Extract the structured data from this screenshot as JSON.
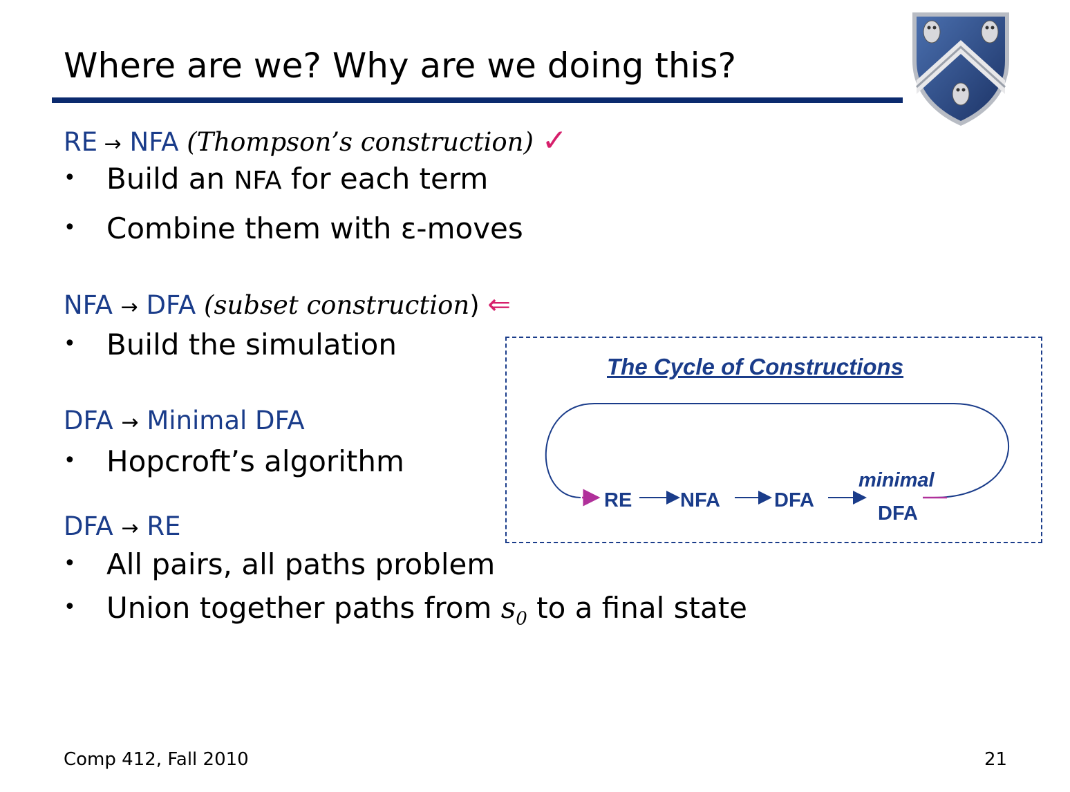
{
  "slide": {
    "title": "Where are we?  Why are we doing this?",
    "sections": [
      {
        "heading_from": "RE",
        "heading_arrow": "→",
        "heading_to": "NFA",
        "heading_note": "(Thompson’s construction)",
        "heading_mark": "✓",
        "bullets": [
          "Build an ",
          "NFA",
          " for each term",
          "Combine them with ε-moves"
        ]
      },
      {
        "heading_from": "NFA",
        "heading_arrow": "→",
        "heading_to": "DFA",
        "heading_note_open": "(",
        "heading_note": "subset construction",
        "heading_note_close": ")",
        "heading_mark": "⇐",
        "bullets": [
          "Build the simulation"
        ]
      },
      {
        "heading_from": "DFA",
        "heading_arrow": "→",
        "heading_to": "Minimal DFA",
        "bullets": [
          "Hopcroft’s algorithm"
        ]
      },
      {
        "heading_from": "DFA",
        "heading_arrow": "→",
        "heading_to": "RE",
        "bullets": [
          "All pairs, all paths problem",
          "Union together paths from ",
          "s",
          "0",
          " to a final state"
        ]
      }
    ],
    "bullet_glyph": "•",
    "footer_left": "Comp 412, Fall 2010",
    "page_number": "21"
  },
  "diagram": {
    "title": "The Cycle of Constructions",
    "nodes": [
      "RE",
      "NFA",
      "DFA",
      "minimal",
      "DFA"
    ]
  },
  "colors": {
    "heading": "#1a3c8a",
    "accent": "#d61f6b",
    "rule": "#0b2a6e",
    "arrow_magenta": "#b0309a"
  },
  "logo": {
    "icon": "rice-university-shield-icon"
  }
}
